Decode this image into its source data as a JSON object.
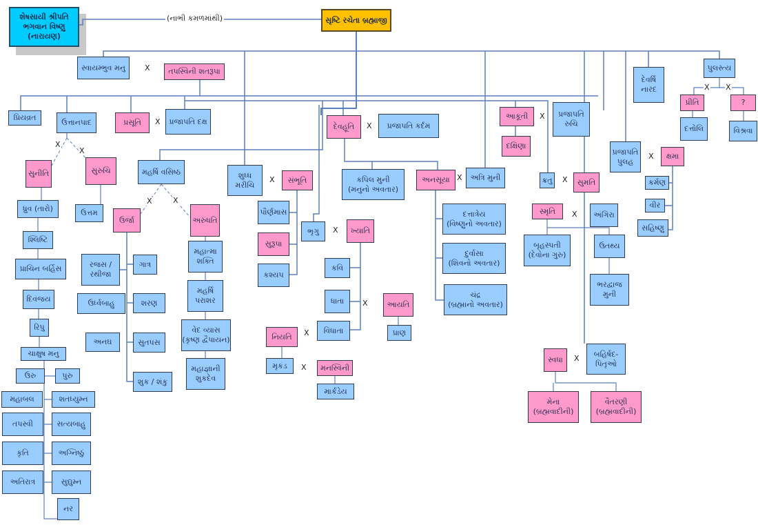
{
  "edge_label": "(નાભી કમળમાંથી)",
  "marriage_symbol": "X",
  "colors": {
    "male": "#99ccff",
    "female": "#ff99cc",
    "root": "#00ccff",
    "creator": "#ffc000",
    "line": "#5b7fbf"
  },
  "nodes": [
    {
      "id": "vishnu",
      "type": "root",
      "lines": [
        "શેષસાયી શ્રીપતિ",
        "ભગવાન વિષ્ણુ",
        "(નારાયણ)"
      ]
    },
    {
      "id": "brahma",
      "type": "creator",
      "lines": [
        "સૃષ્ટિ રચેતા બ્રહ્માજી"
      ]
    },
    {
      "id": "swayambhuv",
      "type": "male",
      "lines": [
        "સ્વાયમ્ભુવ મનુ"
      ]
    },
    {
      "id": "shatarupa",
      "type": "female",
      "lines": [
        "તપસ્વિની શતરૂપા"
      ]
    },
    {
      "id": "priyavrat",
      "type": "male",
      "lines": [
        "પ્રિયવ્રત"
      ]
    },
    {
      "id": "uttanapad",
      "type": "male",
      "lines": [
        "ઉત્તાનપાદ"
      ]
    },
    {
      "id": "prasuti",
      "type": "female",
      "lines": [
        "પ્રસૂતિ"
      ]
    },
    {
      "id": "daksha",
      "type": "male",
      "lines": [
        "પ્રજાપતિ દક્ષ"
      ]
    },
    {
      "id": "devahuti",
      "type": "female",
      "lines": [
        "દેવહૂતિ"
      ]
    },
    {
      "id": "kardam",
      "type": "male",
      "lines": [
        "પ્રજાપતિ કર્દમ"
      ]
    },
    {
      "id": "akuti",
      "type": "female",
      "lines": [
        "આકૂતી"
      ]
    },
    {
      "id": "ruchi",
      "type": "male",
      "lines": [
        "પ્રજાપતિ",
        "રુચિ"
      ]
    },
    {
      "id": "dakshina",
      "type": "female",
      "lines": [
        "દક્ષિણા"
      ]
    },
    {
      "id": "narad",
      "type": "male",
      "lines": [
        "દેવર્ષિ",
        "નારદ"
      ]
    },
    {
      "id": "pulastya",
      "type": "male",
      "lines": [
        "પુલસ્ત્ય"
      ]
    },
    {
      "id": "priti",
      "type": "female",
      "lines": [
        "પ્રીતિ"
      ]
    },
    {
      "id": "unknown",
      "type": "female",
      "lines": [
        "?"
      ]
    },
    {
      "id": "dattoli",
      "type": "male",
      "lines": [
        "દત્તોલિ"
      ]
    },
    {
      "id": "vishrava",
      "type": "male",
      "lines": [
        "વિશ્રવા"
      ]
    },
    {
      "id": "sunithi",
      "type": "female",
      "lines": [
        "સુનીતિ"
      ]
    },
    {
      "id": "suruchi",
      "type": "female",
      "lines": [
        "સુરુચિ"
      ]
    },
    {
      "id": "uttam",
      "type": "male",
      "lines": [
        "ઉત્તમ"
      ]
    },
    {
      "id": "dhruv",
      "type": "male",
      "lines": [
        "ધ્રુવ (તારો)"
      ]
    },
    {
      "id": "shlishti",
      "type": "male",
      "lines": [
        "શ્લિષ્ટિ"
      ]
    },
    {
      "id": "prachin",
      "type": "male",
      "lines": [
        "પ્રાચિન બર્હિસ"
      ]
    },
    {
      "id": "divanjay",
      "type": "male",
      "lines": [
        "દિવંજય"
      ]
    },
    {
      "id": "ripu",
      "type": "male",
      "lines": [
        "રિપુ"
      ]
    },
    {
      "id": "chakshush",
      "type": "male",
      "lines": [
        "ચાક્ષુષ મનુ"
      ]
    },
    {
      "id": "uru",
      "type": "male",
      "lines": [
        "ઉરુ"
      ]
    },
    {
      "id": "puru",
      "type": "male",
      "lines": [
        "પુરુ"
      ]
    },
    {
      "id": "mahabal",
      "type": "male",
      "lines": [
        "મહાબલ"
      ]
    },
    {
      "id": "shatadyumna",
      "type": "male",
      "lines": [
        "શતધ્યુમ્ન"
      ]
    },
    {
      "id": "tapasvi",
      "type": "male",
      "lines": [
        "તપસ્વી"
      ]
    },
    {
      "id": "satyabahu",
      "type": "male",
      "lines": [
        "સત્યબાહુ"
      ]
    },
    {
      "id": "kruti",
      "type": "male",
      "lines": [
        "કૃતિ"
      ]
    },
    {
      "id": "agnishtu",
      "type": "male",
      "lines": [
        "અગ્નિષ્ઠું"
      ]
    },
    {
      "id": "atiratra",
      "type": "male",
      "lines": [
        "અતિરાત્ર"
      ]
    },
    {
      "id": "sudyumna",
      "type": "male",
      "lines": [
        "સુદ્યુમ્ન"
      ]
    },
    {
      "id": "nar",
      "type": "male",
      "lines": [
        "નર"
      ]
    },
    {
      "id": "vasishtha",
      "type": "male",
      "lines": [
        "મહર્ષિ વસિષ્ઠ"
      ]
    },
    {
      "id": "urja",
      "type": "female",
      "lines": [
        "ઉર્જા"
      ]
    },
    {
      "id": "arundhati",
      "type": "female",
      "lines": [
        "અરુંધતિ"
      ]
    },
    {
      "id": "rajas",
      "type": "male",
      "lines": [
        "રજસ /",
        "રથીજા"
      ]
    },
    {
      "id": "gatra",
      "type": "male",
      "lines": [
        "ગાત્ર"
      ]
    },
    {
      "id": "urdhvabahu",
      "type": "male",
      "lines": [
        "ઉર્ધ્વબાહુ"
      ]
    },
    {
      "id": "sharan",
      "type": "male",
      "lines": [
        "શરણ"
      ]
    },
    {
      "id": "anagh",
      "type": "male",
      "lines": [
        "અનઘ"
      ]
    },
    {
      "id": "sutapas",
      "type": "male",
      "lines": [
        "સુતપસ"
      ]
    },
    {
      "id": "shuk",
      "type": "male",
      "lines": [
        "શુક / શંકુ"
      ]
    },
    {
      "id": "mahatma",
      "type": "male",
      "lines": [
        "મહાત્મા",
        "શક્તિ"
      ]
    },
    {
      "id": "parashar",
      "type": "male",
      "lines": [
        "મહર્ષિ",
        "પરાશર"
      ]
    },
    {
      "id": "vyas",
      "type": "male",
      "lines": [
        "વેદ વ્યાસ",
        "(કૃષ્ણ દ્વૈપાયન)"
      ]
    },
    {
      "id": "shukdev",
      "type": "male",
      "lines": [
        "મહાજ્ઞાની",
        "શુકદેવ"
      ]
    },
    {
      "id": "marichi",
      "type": "male",
      "lines": [
        "શુધ્ધ",
        "મરીચિ"
      ]
    },
    {
      "id": "sambhuti",
      "type": "female",
      "lines": [
        "સંભૂતિ"
      ]
    },
    {
      "id": "paurnamas",
      "type": "male",
      "lines": [
        "પૌર્ણમાસ"
      ]
    },
    {
      "id": "surupa",
      "type": "female",
      "lines": [
        "સુરૂપા"
      ]
    },
    {
      "id": "kashyap",
      "type": "male",
      "lines": [
        "કશ્યપ"
      ]
    },
    {
      "id": "kapil",
      "type": "male",
      "lines": [
        "કપિલ મુની",
        "(મનુનો અવતાર)"
      ]
    },
    {
      "id": "bhrugu",
      "type": "male",
      "lines": [
        "ભૃગુ"
      ]
    },
    {
      "id": "khyati",
      "type": "female",
      "lines": [
        "ખ્યાતિ"
      ]
    },
    {
      "id": "kavi",
      "type": "male",
      "lines": [
        "કવિ"
      ]
    },
    {
      "id": "dhata",
      "type": "male",
      "lines": [
        "ધાતા"
      ]
    },
    {
      "id": "vidhata",
      "type": "male",
      "lines": [
        "વિધાતા"
      ]
    },
    {
      "id": "ayati",
      "type": "female",
      "lines": [
        "આયતિ"
      ]
    },
    {
      "id": "pran",
      "type": "male",
      "lines": [
        "પ્રાણ"
      ]
    },
    {
      "id": "niyati",
      "type": "female",
      "lines": [
        "નિયતિ"
      ]
    },
    {
      "id": "mrukand",
      "type": "male",
      "lines": [
        "મૃકંડ"
      ]
    },
    {
      "id": "manasvini",
      "type": "female",
      "lines": [
        "મનસ્વિની"
      ]
    },
    {
      "id": "markandey",
      "type": "male",
      "lines": [
        "માર્કંડેય"
      ]
    },
    {
      "id": "anasuya",
      "type": "female",
      "lines": [
        "અનસૂયા"
      ]
    },
    {
      "id": "atri",
      "type": "male",
      "lines": [
        "અત્રિ મુની"
      ]
    },
    {
      "id": "dattatreya",
      "type": "male",
      "lines": [
        "દત્તાત્રેય",
        "(વિષ્ણુનો અવતાર)"
      ]
    },
    {
      "id": "durvasa",
      "type": "male",
      "lines": [
        "દુર્વાસા",
        "(શિવનો અવતાર)"
      ]
    },
    {
      "id": "chandra",
      "type": "male",
      "lines": [
        "ચંદ્ર",
        "(બ્રહ્માનો અવતાર)"
      ]
    },
    {
      "id": "kratu",
      "type": "male",
      "lines": [
        "ક્રતુ"
      ]
    },
    {
      "id": "sumati",
      "type": "female",
      "lines": [
        "સુમતિ"
      ]
    },
    {
      "id": "smruti",
      "type": "female",
      "lines": [
        "સ્મૃતિ"
      ]
    },
    {
      "id": "angira",
      "type": "male",
      "lines": [
        "અંગિરા"
      ]
    },
    {
      "id": "bruhaspati",
      "type": "male",
      "lines": [
        "બૃહસ્પતી",
        "(દેવોના ગુરુ)"
      ]
    },
    {
      "id": "utathya",
      "type": "male",
      "lines": [
        "ઉતથ્ય"
      ]
    },
    {
      "id": "bharadwaj",
      "type": "male",
      "lines": [
        "ભરદ્વાજ",
        "મુની"
      ]
    },
    {
      "id": "pulah",
      "type": "male",
      "lines": [
        "પ્રજાપતિ",
        "પુલહ"
      ]
    },
    {
      "id": "kshama",
      "type": "female",
      "lines": [
        "ક્ષમા"
      ]
    },
    {
      "id": "karman",
      "type": "male",
      "lines": [
        "કર્મણ"
      ]
    },
    {
      "id": "vir",
      "type": "male",
      "lines": [
        "વીર"
      ]
    },
    {
      "id": "sahishnu",
      "type": "male",
      "lines": [
        "સહિષ્ણુ"
      ]
    },
    {
      "id": "swadha",
      "type": "female",
      "lines": [
        "સ્વધા"
      ]
    },
    {
      "id": "barhishad",
      "type": "male",
      "lines": [
        "બહિર્ષદ-",
        "પિતૃઓ"
      ]
    },
    {
      "id": "mena",
      "type": "female",
      "lines": [
        "મેના",
        "(બ્રહ્મવાદીની)"
      ]
    },
    {
      "id": "vaitarani",
      "type": "female",
      "lines": [
        "વૈતરણી",
        "(બ્રહ્મવાદીની)"
      ]
    }
  ]
}
